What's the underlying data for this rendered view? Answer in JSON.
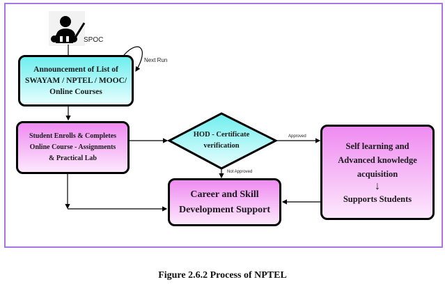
{
  "diagram": {
    "actor": {
      "icon": "teacher-with-pointer-icon",
      "label": "SPOC"
    },
    "nodes": {
      "announcement": {
        "lines": [
          "Announcement of List of",
          "SWAYAM / NPTEL / MOOC/",
          "Online Courses"
        ],
        "fill": "#6eeeee"
      },
      "enroll": {
        "lines": [
          "Student Enrolls & Completes",
          "Online Course - Assignments",
          "& Practical Lab"
        ],
        "fill": "#ef8bf1"
      },
      "hod": {
        "lines": [
          "HOD - Certificate",
          "verification"
        ],
        "fill": "#6eeeee"
      },
      "self_learning": {
        "lines": [
          "Self learning and",
          "Advanced knowledge",
          "acquisition"
        ],
        "arrow": "↓",
        "sub": "Supports Students",
        "fill": "#ef8bf1"
      },
      "career": {
        "lines": [
          "Career and Skill",
          "Development Support"
        ],
        "fill": "#ef8bf1"
      }
    },
    "edge_labels": {
      "loop": "Next Run",
      "approved": "Approved",
      "not_approved": "Not Approved"
    },
    "frame_color": "#a974e8"
  },
  "caption": "Figure 2.6.2 Process of NPTEL"
}
